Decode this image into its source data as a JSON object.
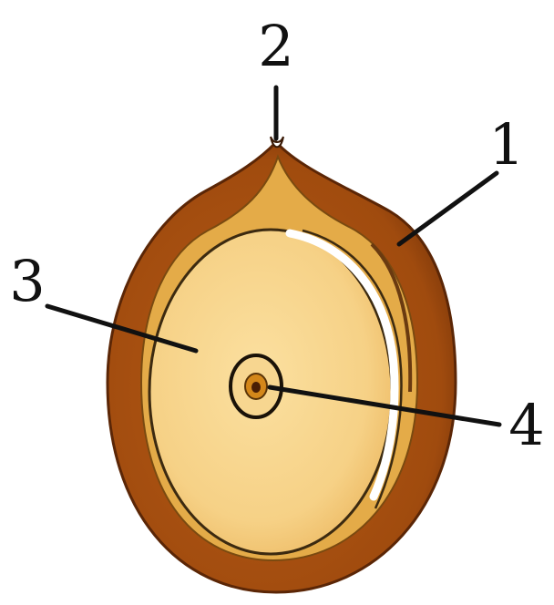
{
  "diagram": {
    "labels": {
      "one": "1",
      "two": "2",
      "three": "3",
      "four": "4"
    }
  },
  "colors": {
    "outer_wall": "#a04b0e",
    "outer_wall_dark": "#7a3408",
    "inner_tissue": "#e0a640",
    "body": "#f7d488",
    "body_light": "#fbe4a8",
    "highlight": "#ffffff",
    "line": "#111111"
  }
}
